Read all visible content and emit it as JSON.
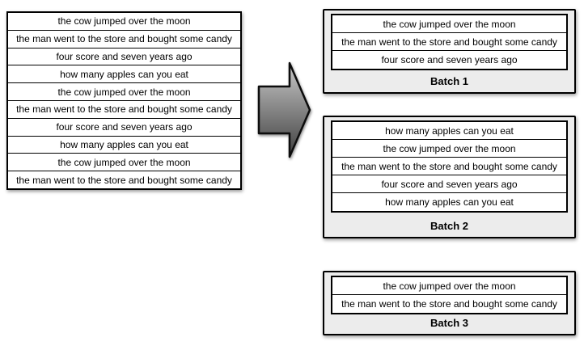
{
  "source_list": {
    "rows": [
      "the cow jumped over the moon",
      "the man went to the store and bought some candy",
      "four score and seven years ago",
      "how many apples can you eat",
      "the cow jumped over the moon",
      "the man went to the store and bought some candy",
      "four score and seven years ago",
      "how many apples can you eat",
      "the cow jumped over the moon",
      "the man went to the store and bought some candy"
    ]
  },
  "arrow": {
    "icon": "right-arrow",
    "gradient_top": "#c9c9c9",
    "gradient_bottom": "#3f3f3f"
  },
  "batches": [
    {
      "label": "Batch 1",
      "rows": [
        "the cow jumped over the moon",
        "the man went to the store and bought some candy",
        "four score and seven years ago"
      ]
    },
    {
      "label": "Batch 2",
      "rows": [
        "how many apples can you eat",
        "the cow jumped over the moon",
        "the man went to the store and bought some candy",
        "four score and seven years ago",
        "how many apples can you eat"
      ]
    },
    {
      "label": "Batch 3",
      "rows": [
        "the cow jumped over the moon",
        "the man went to the store and bought some candy"
      ]
    }
  ],
  "colors": {
    "background": "#ffffff",
    "batch_box_fill": "#ececec",
    "row_fill": "#ffffff",
    "border": "#000000"
  }
}
